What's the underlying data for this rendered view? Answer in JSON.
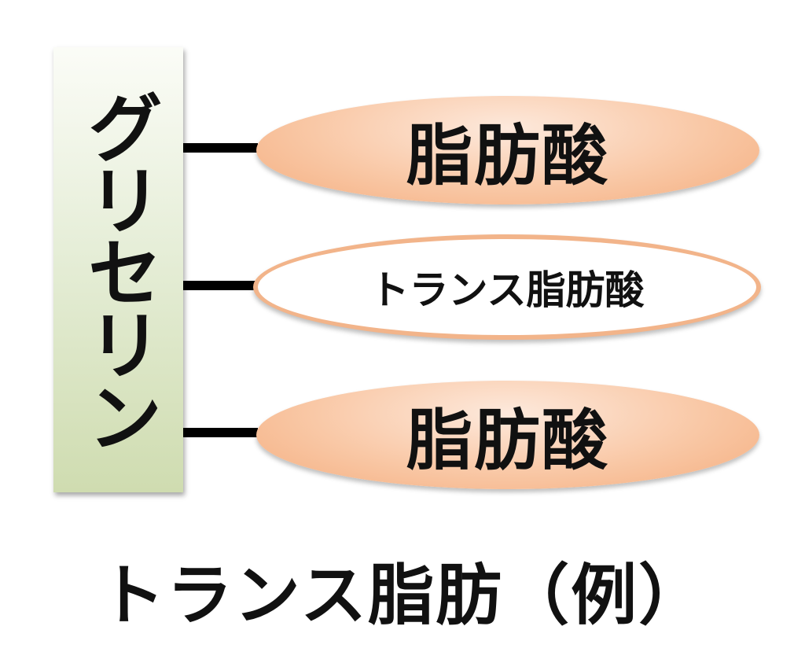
{
  "glycerin": {
    "label": "グリセリン"
  },
  "fatty_acids": [
    {
      "label": "脂肪酸"
    },
    {
      "label": "トランス脂肪酸"
    },
    {
      "label": "脂肪酸"
    }
  ],
  "caption": "トランス脂肪（例）",
  "colors": {
    "glycerin_fill_top": "#fbfcf7",
    "glycerin_fill_bottom": "#cfdcb0",
    "fatty_acid_fill": "#f9c8a6",
    "trans_border": "#f2b48a",
    "bond": "#000000",
    "text": "#111111"
  }
}
